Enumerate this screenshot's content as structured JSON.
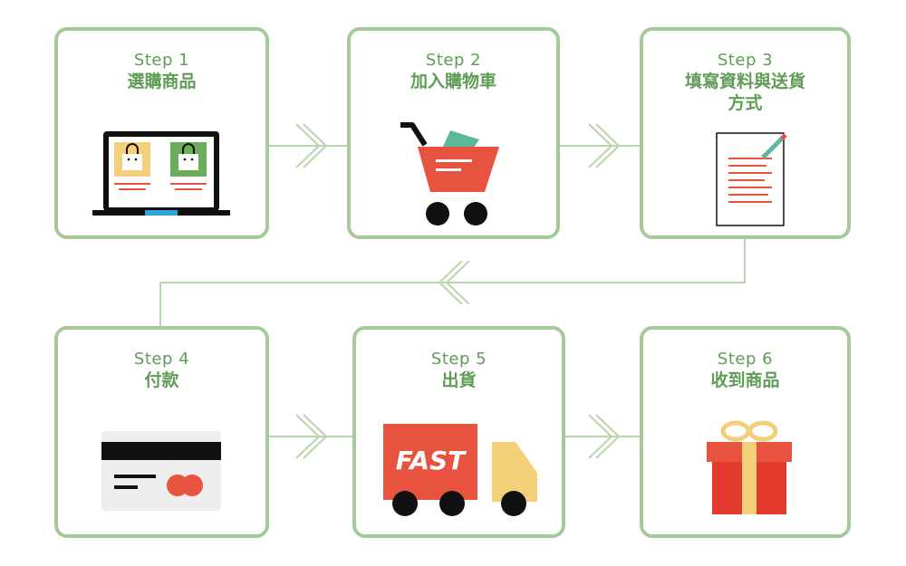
{
  "steps": [
    {
      "step": "Step 1",
      "label": "選購商品",
      "icon": "laptop-shopping-icon"
    },
    {
      "step": "Step 2",
      "label": "加入購物車",
      "icon": "shopping-cart-icon"
    },
    {
      "step": "Step 3",
      "label": "填寫資料與送貨方式",
      "icon": "document-pen-icon"
    },
    {
      "step": "Step 4",
      "label": "付款",
      "icon": "credit-card-icon"
    },
    {
      "step": "Step 5",
      "label": "出貨",
      "icon": "delivery-truck-icon"
    },
    {
      "step": "Step 6",
      "label": "收到商品",
      "icon": "gift-box-icon"
    }
  ],
  "truck_text": "FAST",
  "colors": {
    "border": "#a6c99a",
    "title": "#5f9c56",
    "connector": "#b8d5ad",
    "red": "#e8533f",
    "yellow": "#f4cf79",
    "green": "#6aae5b",
    "dark": "#111111"
  }
}
